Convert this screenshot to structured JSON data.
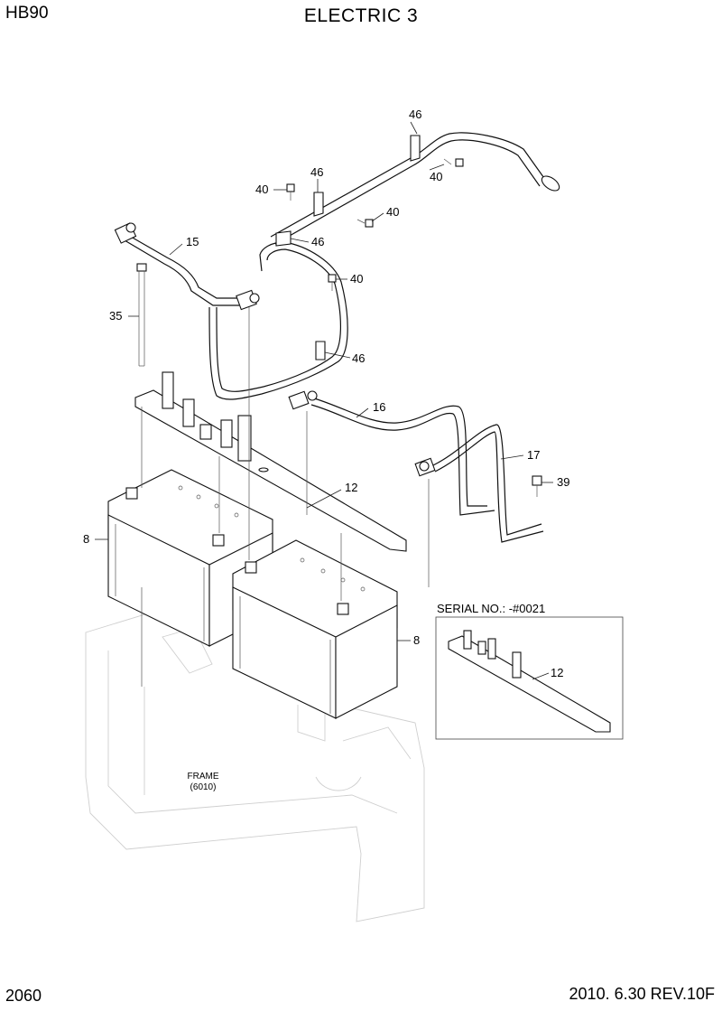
{
  "header": {
    "model": "HB90",
    "title": "ELECTRIC 3"
  },
  "footer": {
    "page_number": "2060",
    "revision": "2010. 6.30  REV.10F"
  },
  "callouts": {
    "p46a": "46",
    "p46b": "46",
    "p46c": "46",
    "p46d": "46",
    "p40a": "40",
    "p40b": "40",
    "p40c": "40",
    "p40d": "40",
    "p15": "15",
    "p35": "35",
    "p16": "16",
    "p17": "17",
    "p39": "39",
    "p12": "12",
    "p8a": "8",
    "p8b": "8",
    "p12b": "12"
  },
  "inset": {
    "label": "SERIAL NO.: -#0021"
  },
  "frame_note": {
    "line1": "FRAME",
    "line2": "(6010)"
  }
}
